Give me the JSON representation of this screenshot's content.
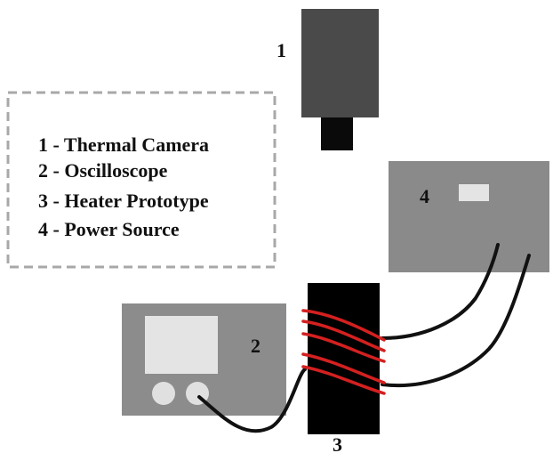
{
  "labels": {
    "camera": "1",
    "oscilloscope": "2",
    "heater": "3",
    "power": "4"
  },
  "legend": {
    "items": [
      "1 - Thermal Camera",
      "2 - Oscilloscope",
      "3 - Heater Prototype",
      "4 - Power Source"
    ]
  },
  "colors": {
    "camera_body": "#4a4a4a",
    "camera_lens": "#0a0a0a",
    "power_source": "#8a8a8a",
    "power_display": "#e4e4e4",
    "oscilloscope": "#8c8c8c",
    "screen": "#e4e4e4",
    "knobs": "#e0e0e0",
    "heater": "#000000",
    "heater_wire": "#d42020",
    "cable": "#111111",
    "legend_border": "#a8a8a8"
  }
}
